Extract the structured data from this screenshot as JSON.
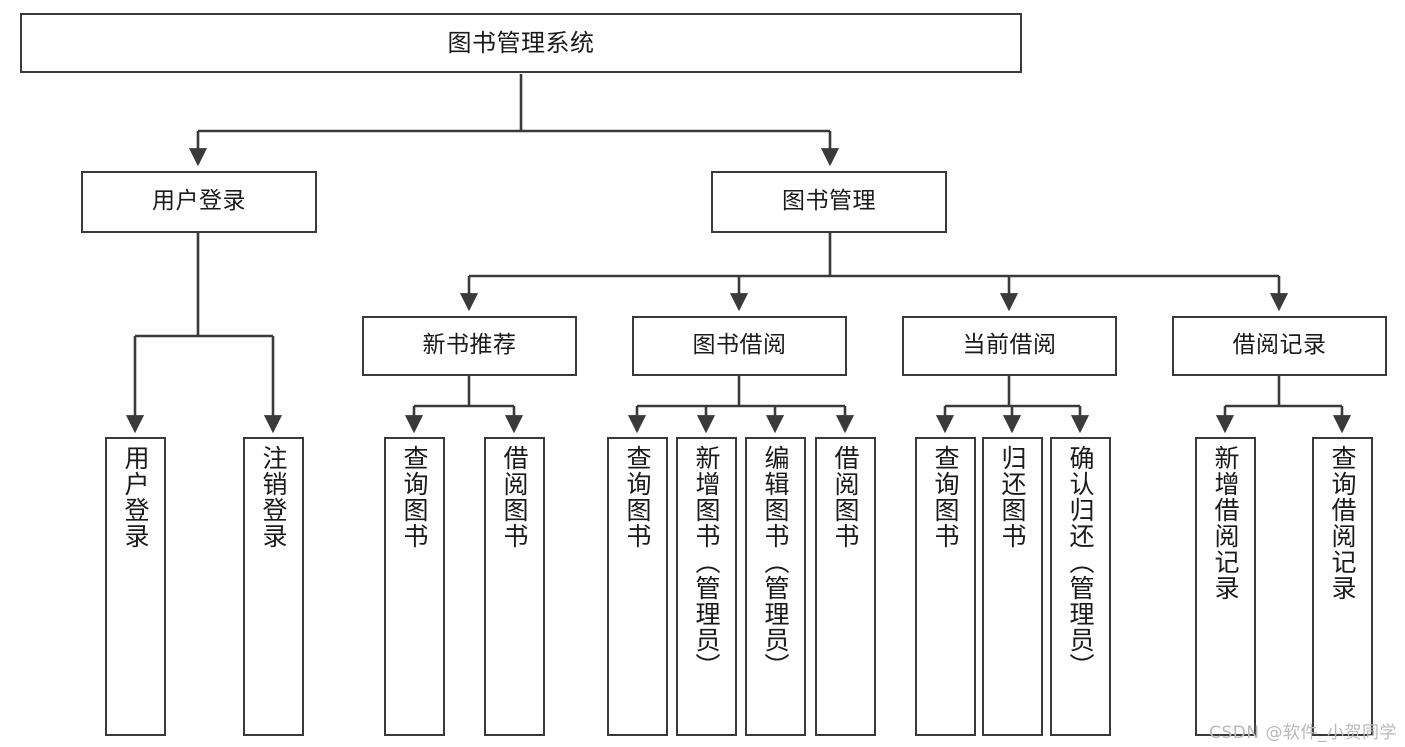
{
  "diagram": {
    "title": "图书管理系统",
    "type": "tree-hierarchy",
    "watermark": "CSDN @软件_小贺同学",
    "colors": {
      "box_border": "#3a3a3a",
      "box_fill": "#ffffff",
      "connector": "#3a3a3a",
      "text": "#1a1a1a",
      "watermark": "#b9b9b9",
      "background": "#ffffff"
    },
    "root": {
      "id": "root",
      "label": "图书管理系统"
    },
    "level2": [
      {
        "id": "user-login",
        "label": "用户登录"
      },
      {
        "id": "book-manage",
        "label": "图书管理"
      }
    ],
    "level3": [
      {
        "id": "new-book-rec",
        "label": "新书推荐",
        "parent": "book-manage"
      },
      {
        "id": "book-borrow",
        "label": "图书借阅",
        "parent": "book-manage"
      },
      {
        "id": "current-borrow",
        "label": "当前借阅",
        "parent": "book-manage"
      },
      {
        "id": "borrow-record",
        "label": "借阅记录",
        "parent": "book-manage"
      }
    ],
    "leaves": [
      {
        "id": "leaf-user-login",
        "label": "用户登录",
        "parent": "user-login"
      },
      {
        "id": "leaf-logout",
        "label": "注销登录",
        "parent": "user-login"
      },
      {
        "id": "leaf-query-book-1",
        "label": "查询图书",
        "parent": "new-book-rec"
      },
      {
        "id": "leaf-borrow-book-1",
        "label": "借阅图书",
        "parent": "new-book-rec"
      },
      {
        "id": "leaf-query-book-2",
        "label": "查询图书",
        "parent": "book-borrow"
      },
      {
        "id": "leaf-add-book",
        "label": "新增图书（管理员）",
        "parent": "book-borrow"
      },
      {
        "id": "leaf-edit-book",
        "label": "编辑图书（管理员）",
        "parent": "book-borrow"
      },
      {
        "id": "leaf-borrow-book-2",
        "label": "借阅图书",
        "parent": "book-borrow"
      },
      {
        "id": "leaf-query-book-3",
        "label": "查询图书",
        "parent": "current-borrow"
      },
      {
        "id": "leaf-return-book",
        "label": "归还图书",
        "parent": "current-borrow"
      },
      {
        "id": "leaf-confirm-return",
        "label": "确认归还（管理员）",
        "parent": "current-borrow"
      },
      {
        "id": "leaf-add-record",
        "label": "新增借阅记录",
        "parent": "borrow-record"
      },
      {
        "id": "leaf-query-record",
        "label": "查询借阅记录",
        "parent": "borrow-record"
      }
    ]
  }
}
